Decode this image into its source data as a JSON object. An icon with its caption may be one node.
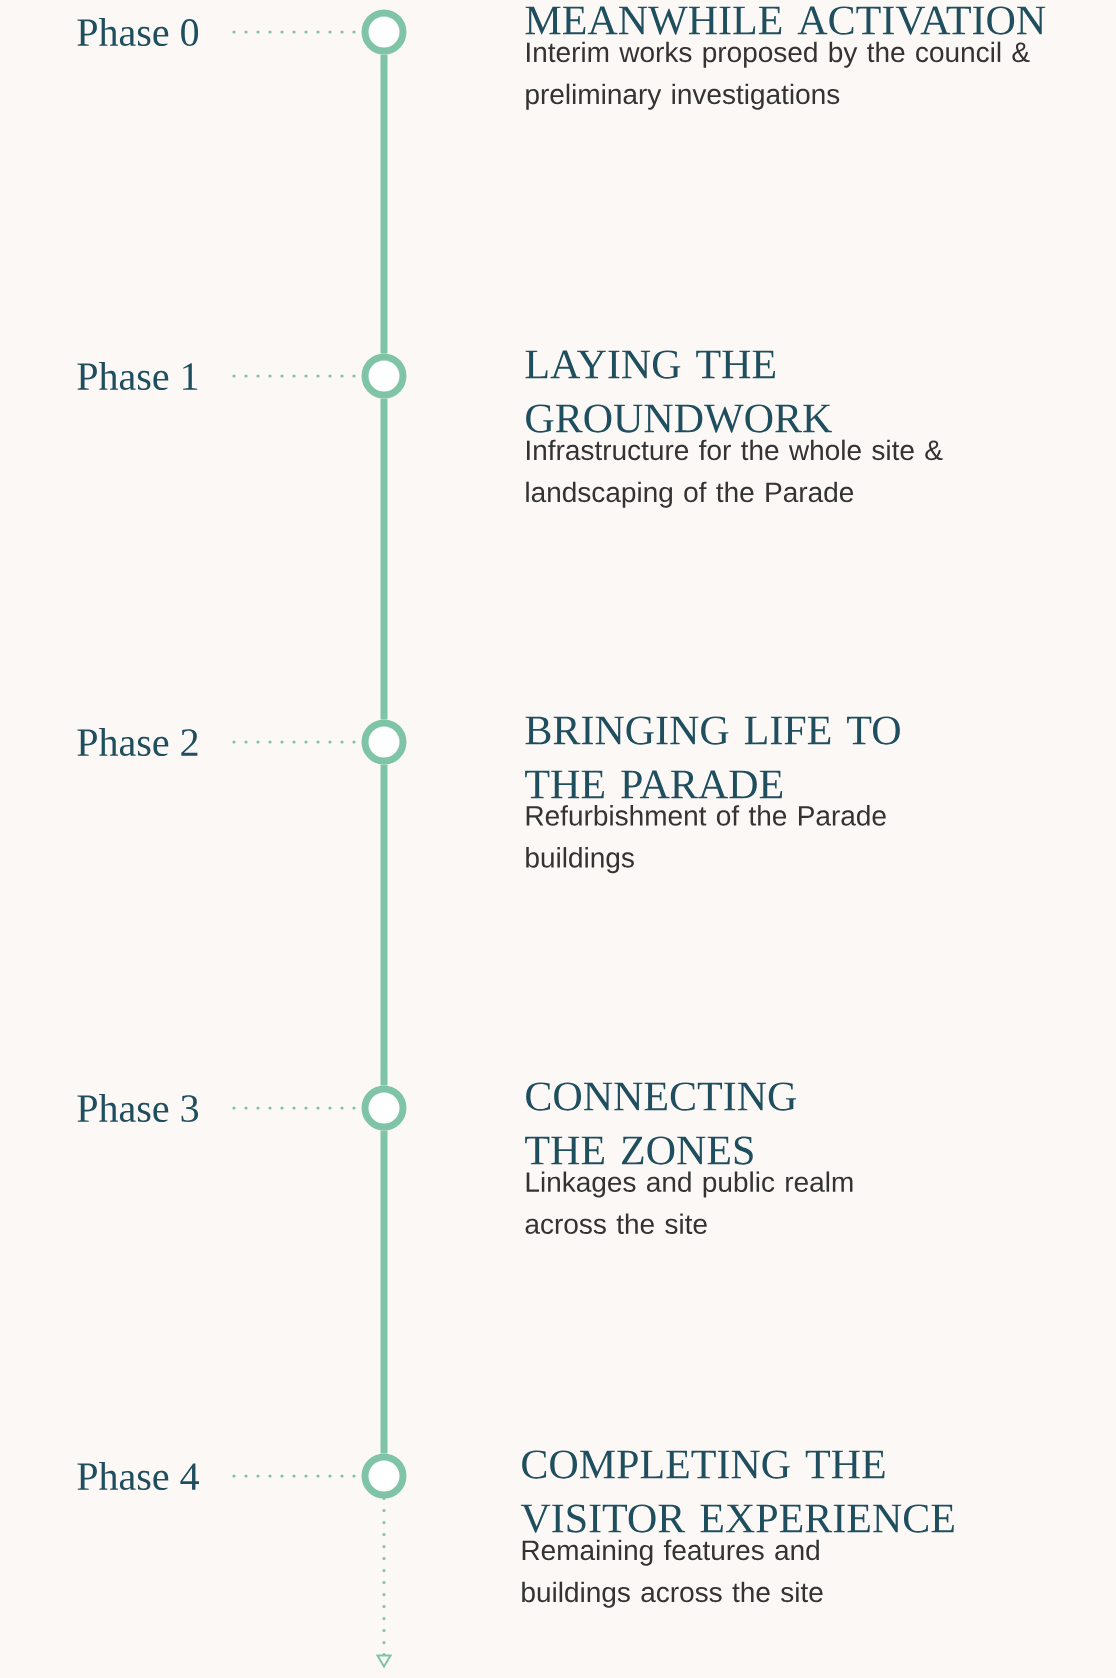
{
  "diagram": {
    "nodes": [
      {
        "text": [
          "Phase 0"
        ]
      },
      {
        "text": [
          "Phase 1"
        ]
      },
      {
        "text": [
          "Phase 2"
        ]
      },
      {
        "text": [
          "Phase 3"
        ]
      },
      {
        "text": [
          "Phase 4"
        ]
      },
      {
        "text": [],
        "shape": "circle",
        "beside": [
          "MEANWHILE ACTIVATION",
          "Interim works proposed by the council & preliminary investigations"
        ]
      },
      {
        "text": [],
        "shape": "circle",
        "beside": [
          "LAYING THE GROUNDWORK",
          "Infrastructure for the whole site & landscaping of the Parade"
        ]
      },
      {
        "text": [],
        "shape": "circle",
        "beside": [
          "BRINGING LIFE TO THE PARADE",
          "Refurbishment of the Parade buildings"
        ]
      },
      {
        "text": [],
        "shape": "circle",
        "beside": [
          "CONNECTING THE ZONES",
          "Linkages and public realm across the site"
        ]
      },
      {
        "text": [],
        "shape": "circle",
        "beside": [
          "COMPLETING THE VISITOR EXPERIENCE",
          "Remaining features and buildings across the site"
        ]
      }
    ],
    "edges": [
      {
        "from": 0,
        "to": 5,
        "arrow": "none",
        "style": "dashed"
      },
      {
        "from": 1,
        "to": 6,
        "arrow": "none",
        "style": "dashed"
      },
      {
        "from": 2,
        "to": 7,
        "arrow": "none",
        "style": "dashed"
      },
      {
        "from": 3,
        "to": 8,
        "arrow": "none",
        "style": "dashed"
      },
      {
        "from": 4,
        "to": 9,
        "arrow": "none",
        "style": "dashed"
      },
      {
        "from": 5,
        "to": 6,
        "arrow": "none",
        "style": "thick"
      },
      {
        "from": 6,
        "to": 7,
        "arrow": "none",
        "style": "thick"
      },
      {
        "from": 7,
        "to": 8,
        "arrow": "none",
        "style": "thick"
      },
      {
        "from": 8,
        "to": 9,
        "arrow": "none",
        "style": "thick"
      },
      {
        "from": 9,
        "to": null,
        "arrow": "to",
        "style": "dashed"
      }
    ]
  }
}
